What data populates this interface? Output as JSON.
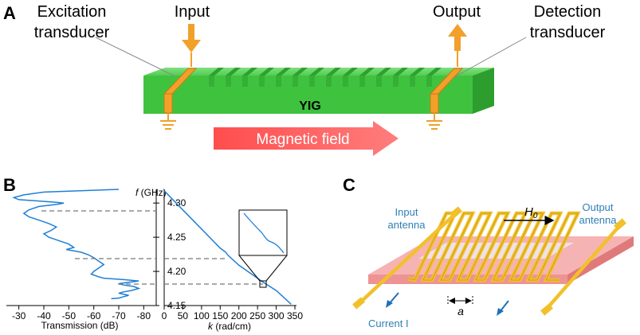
{
  "panel_a": {
    "letter": "A",
    "excitation_label_1": "Excitation",
    "excitation_label_2": "transducer",
    "input_label": "Input",
    "output_label": "Output",
    "detection_label_1": "Detection",
    "detection_label_2": "transducer",
    "material_label": "YIG",
    "field_label": "Magnetic field",
    "grating_count": 14,
    "colors": {
      "yig": "#3fc33f",
      "transducer": "#f2a02a",
      "arrow": "#ff5a5a",
      "ground": "#f2a02a"
    }
  },
  "panel_b": {
    "letter": "B",
    "y_axis_label": "f (GHz)",
    "y_ticks": [
      "4.15",
      "4.20",
      "4.25",
      "4.30"
    ],
    "left_x_label": "Transmission (dB)",
    "left_x_ticks": [
      "-30",
      "-40",
      "-50",
      "-60",
      "-70",
      "-80"
    ],
    "right_x_label": "k (rad/cm)",
    "right_x_ticks": [
      "0",
      "50",
      "100",
      "150",
      "200",
      "250",
      "300",
      "350"
    ],
    "line_color": "#1f7fd6"
  },
  "panel_c": {
    "letter": "C",
    "input_label_1": "Input",
    "input_label_2": "antenna",
    "output_label_1": "Output",
    "output_label_2": "antenna",
    "field_label": "H",
    "field_sub": "0",
    "current_label": "Current I",
    "period_label": "a",
    "colors": {
      "substrate": "#f4a3a3",
      "antenna": "#f2c02a",
      "text": "#2f7fb5"
    }
  },
  "chart_data": [
    {
      "type": "line",
      "title": "",
      "xlabel": "Transmission (dB)",
      "ylabel": "f (GHz)",
      "xlim": [
        -25,
        -85
      ],
      "ylim": [
        4.15,
        4.32
      ],
      "series": [
        {
          "x": [
            -70,
            -40,
            -32,
            -28,
            -30,
            -38,
            -45,
            -48,
            -45,
            -38,
            -34,
            -32,
            -34,
            -38,
            -42,
            -45,
            -43,
            -40,
            -42,
            -46,
            -50,
            -52,
            -49,
            -52,
            -55,
            -58,
            -60,
            -62,
            -64,
            -62,
            -60,
            -59,
            -62,
            -64,
            -68,
            -72,
            -75,
            -78,
            -74,
            -70,
            -72,
            -76,
            -78,
            -75,
            -72,
            -70,
            -74,
            -72,
            -70,
            -67
          ],
          "y": [
            4.32,
            4.316,
            4.312,
            4.308,
            4.305,
            4.303,
            4.301,
            4.3,
            4.298,
            4.295,
            4.29,
            4.285,
            4.28,
            4.275,
            4.27,
            4.265,
            4.26,
            4.255,
            4.25,
            4.245,
            4.24,
            4.235,
            4.232,
            4.23,
            4.228,
            4.224,
            4.22,
            4.215,
            4.21,
            4.205,
            4.2,
            4.196,
            4.192,
            4.19,
            4.189,
            4.188,
            4.187,
            4.186,
            4.184,
            4.182,
            4.18,
            4.178,
            4.175,
            4.172,
            4.17,
            4.168,
            4.165,
            4.163,
            4.161,
            4.16
          ]
        }
      ]
    },
    {
      "type": "line",
      "title": "",
      "xlabel": "k (rad/cm)",
      "ylabel": "f (GHz)",
      "xlim": [
        0,
        350
      ],
      "ylim": [
        4.15,
        4.32
      ],
      "series": [
        {
          "x": [
            0,
            50,
            100,
            150,
            165,
            170,
            200,
            250,
            255,
            260,
            300,
            340
          ],
          "y": [
            4.318,
            4.29,
            4.262,
            4.234,
            4.228,
            4.224,
            4.209,
            4.19,
            4.188,
            4.186,
            4.172,
            4.152
          ]
        }
      ]
    }
  ]
}
